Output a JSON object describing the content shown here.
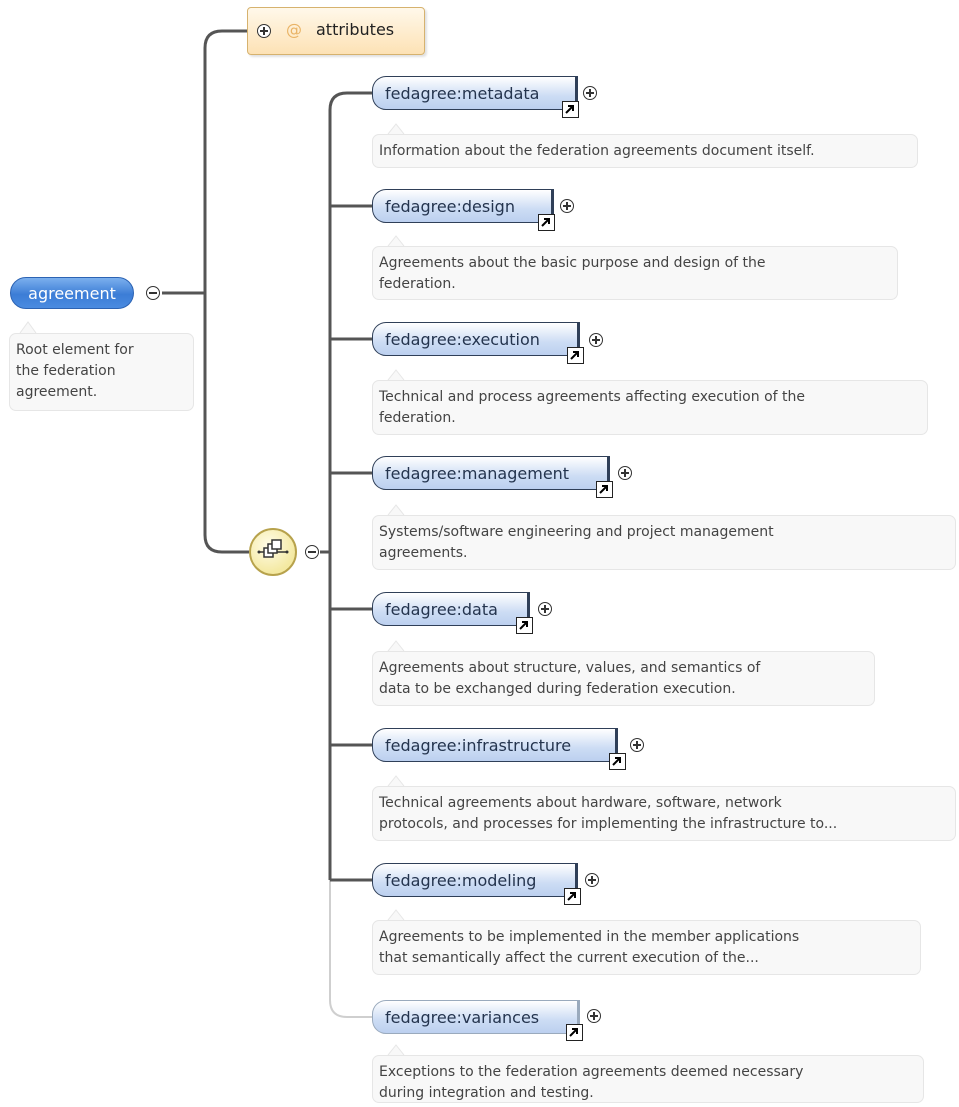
{
  "root": {
    "label": "agreement",
    "doc": "Root element for\nthe federation\nagreement."
  },
  "attributes": {
    "label": "attributes",
    "at_symbol": "@"
  },
  "sequence": {
    "icon": "sequence-compositor-icon"
  },
  "elements": [
    {
      "label": "fedagree:metadata",
      "doc": "Information about the federation agreements document itself."
    },
    {
      "label": "fedagree:design",
      "doc": "Agreements about the basic purpose and design of the\nfederation."
    },
    {
      "label": "fedagree:execution",
      "doc": "Technical and process agreements affecting execution of the\nfederation."
    },
    {
      "label": "fedagree:management",
      "doc": "Systems/software engineering and project management\nagreements."
    },
    {
      "label": "fedagree:data",
      "doc": "Agreements about structure, values, and semantics of\ndata to be exchanged during federation execution."
    },
    {
      "label": "fedagree:infrastructure",
      "doc": "Technical agreements about hardware, software, network\nprotocols, and processes for implementing the infrastructure to..."
    },
    {
      "label": "fedagree:modeling",
      "doc": "Agreements to be implemented in the member applications\nthat semantically affect the current execution of the..."
    },
    {
      "label": "fedagree:variances",
      "doc": "Exceptions to the federation agreements deemed necessary\nduring integration and testing."
    }
  ],
  "colors": {
    "root_fill": "#3c7dd6",
    "element_fill": "#ccdcf4",
    "attribute_fill": "#fde2b5",
    "connector": "#555555"
  }
}
